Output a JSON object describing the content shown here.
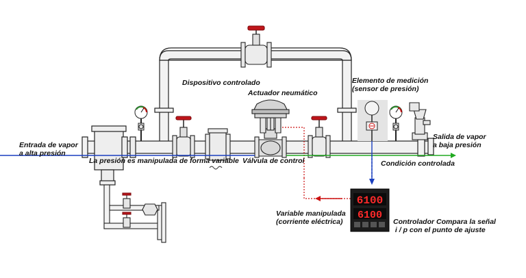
{
  "labels": {
    "inlet": "Entrada de vapor\na alta presión",
    "outlet": "Salida de vapor\na baja presión",
    "controlled_device": "Dispositivo controlado",
    "actuator": "Actuador neumático",
    "measuring_element": "Elemento de medición\n(sensor de presión)",
    "manipulated_pressure": "La presión es manipulada de forma variable",
    "control_valve": "Válvula de control",
    "controlled_condition": "Condición controlada",
    "manipulated_variable": "Variable manipulada\n(corriente eléctrica)",
    "controller": "Controlador Compara la señal\n i / p con el punto de ajuste"
  },
  "controller_display": {
    "top_value": "6100",
    "bottom_value": "6100"
  },
  "colors": {
    "pipe_fill": "#f2f2f2",
    "pipe_stroke": "#222222",
    "signal_blue": "#1a3fbf",
    "signal_red": "#cc1111",
    "signal_green": "#22aa22",
    "handwheel_red": "#c0161b",
    "display_red": "#ff2a2a",
    "controller_body": "#1c1c1c"
  }
}
